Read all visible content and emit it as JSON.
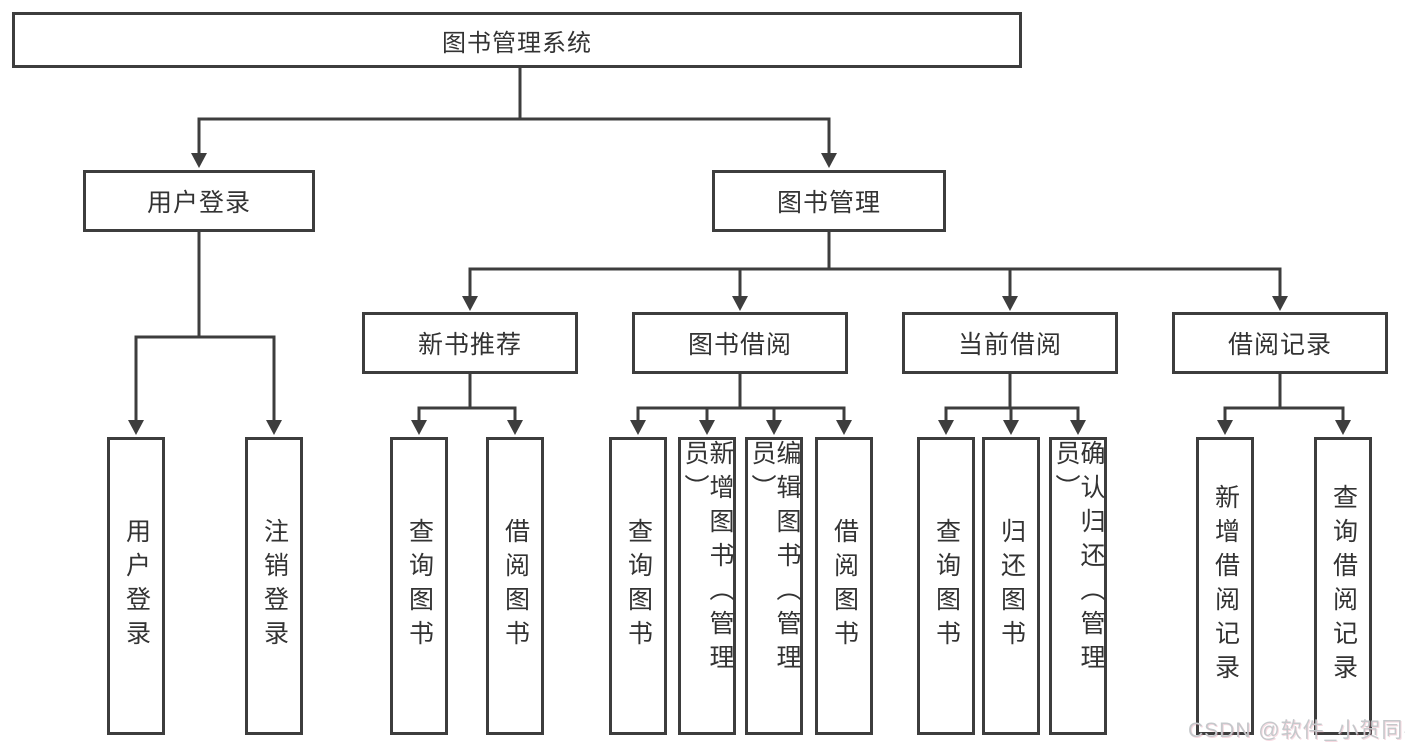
{
  "tree": {
    "root": {
      "label": "图书管理系统",
      "children": [
        {
          "label": "用户登录",
          "children": [
            {
              "label": "用户登录"
            },
            {
              "label": "注销登录"
            }
          ]
        },
        {
          "label": "图书管理",
          "children": [
            {
              "label": "新书推荐",
              "children": [
                {
                  "label": "查询图书"
                },
                {
                  "label": "借阅图书"
                }
              ]
            },
            {
              "label": "图书借阅",
              "children": [
                {
                  "label": "查询图书"
                },
                {
                  "label": "新增图书（管理员）"
                },
                {
                  "label": "编辑图书（管理员）"
                },
                {
                  "label": "借阅图书"
                }
              ]
            },
            {
              "label": "当前借阅",
              "children": [
                {
                  "label": "查询图书"
                },
                {
                  "label": "归还图书"
                },
                {
                  "label": "确认归还（管理员）"
                }
              ]
            },
            {
              "label": "借阅记录",
              "children": [
                {
                  "label": "新增借阅记录"
                },
                {
                  "label": "查询借阅记录"
                }
              ]
            }
          ]
        }
      ]
    }
  },
  "watermark": {
    "text": "CSDN @软件_小贺同学"
  },
  "colors": {
    "line": "#3d3d3d",
    "box_border": "#3d3d3d",
    "text": "#333333",
    "watermark": "#c5c8cb",
    "background": "#ffffff"
  }
}
